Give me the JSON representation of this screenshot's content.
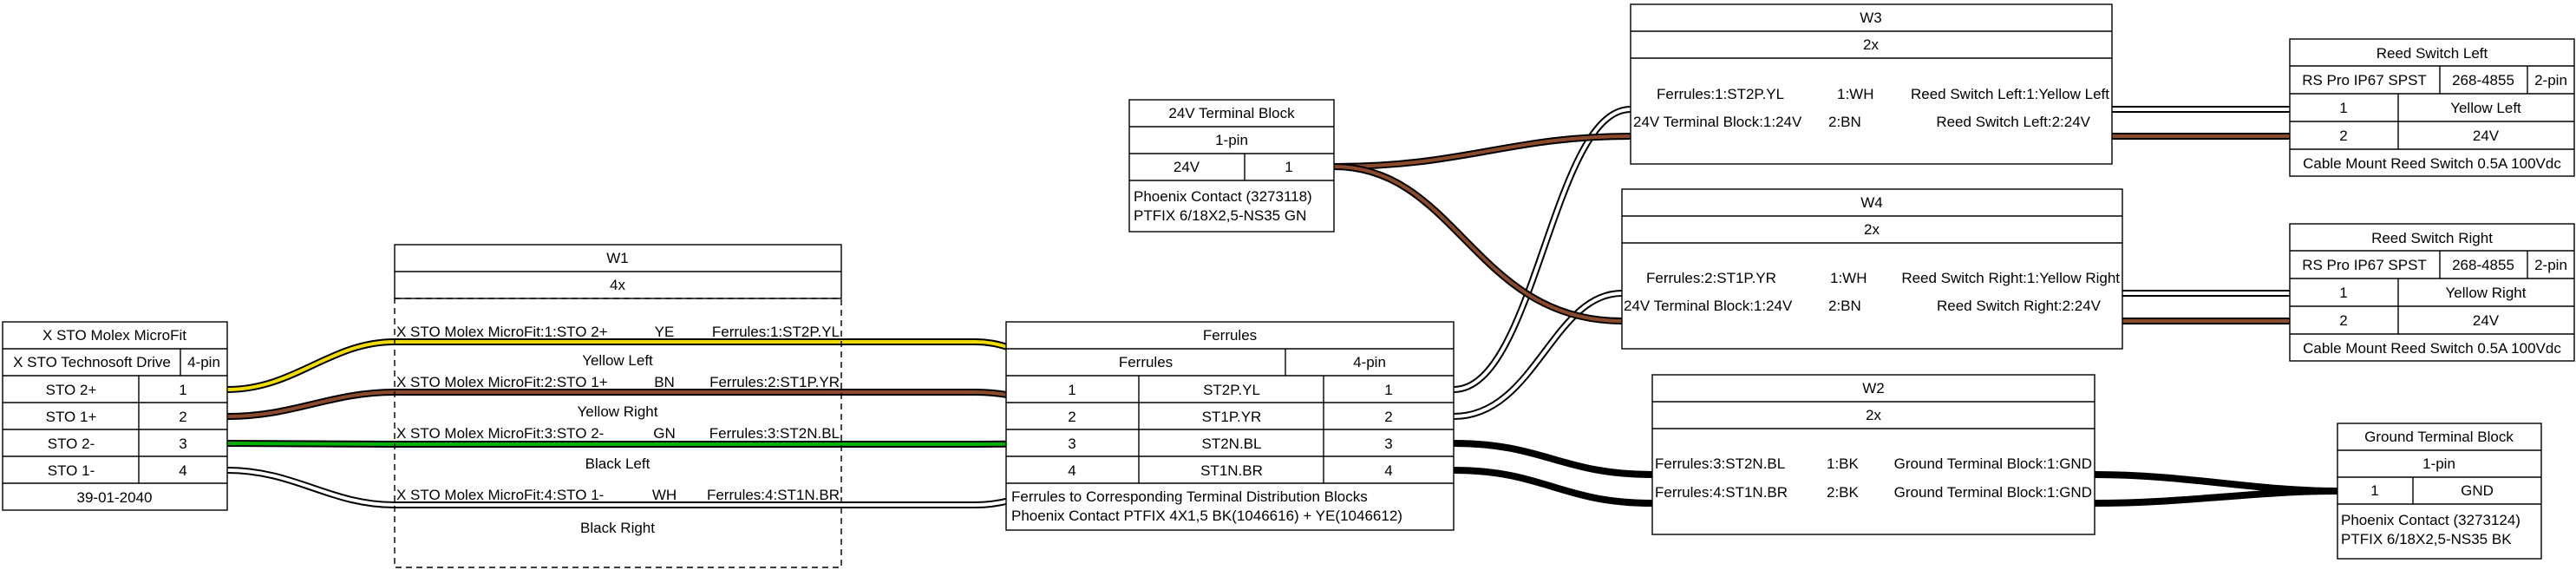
{
  "components": {
    "xsto": {
      "title": "X STO Molex MicroFit",
      "subtitle": "X STO Technosoft Drive",
      "pincount": "4-pin",
      "pins": [
        {
          "name": "STO 2+",
          "num": "1"
        },
        {
          "name": "STO 1+",
          "num": "2"
        },
        {
          "name": "STO 2-",
          "num": "3"
        },
        {
          "name": "STO 1-",
          "num": "4"
        }
      ],
      "note": "39-01-2040"
    },
    "w1": {
      "title": "W1",
      "count": "4x",
      "wires": [
        {
          "from": "X STO Molex MicroFit:1:STO 2+",
          "color": "YE",
          "to": "Ferrules:1:ST2P.YL",
          "label": "Yellow Left"
        },
        {
          "from": "X STO Molex MicroFit:2:STO 1+",
          "color": "BN",
          "to": "Ferrules:2:ST1P.YR",
          "label": "Yellow Right"
        },
        {
          "from": "X STO Molex MicroFit:3:STO 2-",
          "color": "GN",
          "to": "Ferrules:3:ST2N.BL",
          "label": "Black Left"
        },
        {
          "from": "X STO Molex MicroFit:4:STO 1-",
          "color": "WH",
          "to": "Ferrules:4:ST1N.BR",
          "label": "Black Right"
        }
      ]
    },
    "ferrules": {
      "title": "Ferrules",
      "subtitle": "Ferrules",
      "pincount": "4-pin",
      "pins": [
        {
          "num": "1",
          "name": "ST2P.YL",
          "num2": "1"
        },
        {
          "num": "2",
          "name": "ST1P.YR",
          "num2": "2"
        },
        {
          "num": "3",
          "name": "ST2N.BL",
          "num2": "3"
        },
        {
          "num": "4",
          "name": "ST1N.BR",
          "num2": "4"
        }
      ],
      "note_line1": "Ferrules to Corresponding Terminal Distribution Blocks",
      "note_line2": "Phoenix Contact PTFIX 4X1,5 BK(1046616) + YE(1046612)"
    },
    "tb24": {
      "title": "24V Terminal Block",
      "pincount": "1-pin",
      "pin_name": "24V",
      "pin_num": "1",
      "note_line1": "Phoenix Contact (3273118)",
      "note_line2": "PTFIX 6/18X2,5-NS35 GN"
    },
    "w3": {
      "title": "W3",
      "count": "2x",
      "rows": [
        {
          "from": "Ferrules:1:ST2P.YL",
          "color": "1:WH",
          "to": "Reed Switch Left:1:Yellow Left"
        },
        {
          "from": "24V Terminal Block:1:24V",
          "color": "2:BN",
          "to": "Reed Switch Left:2:24V"
        }
      ]
    },
    "w4": {
      "title": "W4",
      "count": "2x",
      "rows": [
        {
          "from": "Ferrules:2:ST1P.YR",
          "color": "1:WH",
          "to": "Reed Switch Right:1:Yellow Right"
        },
        {
          "from": "24V Terminal Block:1:24V",
          "color": "2:BN",
          "to": "Reed Switch Right:2:24V"
        }
      ]
    },
    "w2": {
      "title": "W2",
      "count": "2x",
      "rows": [
        {
          "from": "Ferrules:3:ST2N.BL",
          "color": "1:BK",
          "to": "Ground Terminal Block:1:GND"
        },
        {
          "from": "Ferrules:4:ST1N.BR",
          "color": "2:BK",
          "to": "Ground Terminal Block:1:GND"
        }
      ]
    },
    "reed_left": {
      "title": "Reed Switch Left",
      "part": "RS Pro IP67 SPST",
      "partno": "268-4855",
      "pincount": "2-pin",
      "pins": [
        {
          "num": "1",
          "name": "Yellow Left"
        },
        {
          "num": "2",
          "name": "24V"
        }
      ],
      "note": "Cable Mount Reed Switch 0.5A 100Vdc"
    },
    "reed_right": {
      "title": "Reed Switch Right",
      "part": "RS Pro IP67 SPST",
      "partno": "268-4855",
      "pincount": "2-pin",
      "pins": [
        {
          "num": "1",
          "name": "Yellow Right"
        },
        {
          "num": "2",
          "name": "24V"
        }
      ],
      "note": "Cable Mount Reed Switch 0.5A 100Vdc"
    },
    "gnd": {
      "title": "Ground Terminal Block",
      "pincount": "1-pin",
      "pin_num": "1",
      "pin_name": "GND",
      "note_line1": "Phoenix Contact (3273124)",
      "note_line2": "PTFIX 6/18X2,5-NS35 BK"
    }
  },
  "wire_colors": {
    "yellow": "#f0dc00",
    "brown": "#8b4a2c",
    "green": "#00b000",
    "white": "#ffffff",
    "black": "#000000"
  }
}
